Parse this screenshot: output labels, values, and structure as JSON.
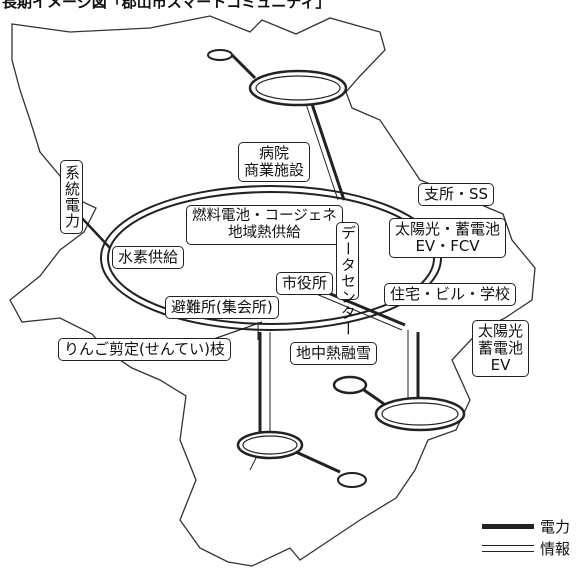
{
  "header": {
    "title": "長期イメージ図「郡山市スマートコミュニティ」"
  },
  "labels": {
    "hospital": [
      "病院",
      "商業施設"
    ],
    "fuel_cell": [
      "燃料電池・コージェネ",
      "地域熱供給"
    ],
    "grid_power": "系統電力",
    "branch_ss": "支所・SS",
    "solar_ev": [
      "太陽光・蓄電池",
      "EV・FCV"
    ],
    "data_center": [
      "データ",
      "センター"
    ],
    "hydrogen": "水素供給",
    "city_hall": "市役所",
    "housing": "住宅・ビル・学校",
    "shelter": "避難所(集会所)",
    "apple": "りんご剪定(せんてい)枝",
    "geothermal": "地中熱融雪",
    "solar2": [
      "太陽光",
      "蓄電池",
      "EV"
    ]
  },
  "legend": {
    "power": "電力",
    "info": "情報"
  }
}
